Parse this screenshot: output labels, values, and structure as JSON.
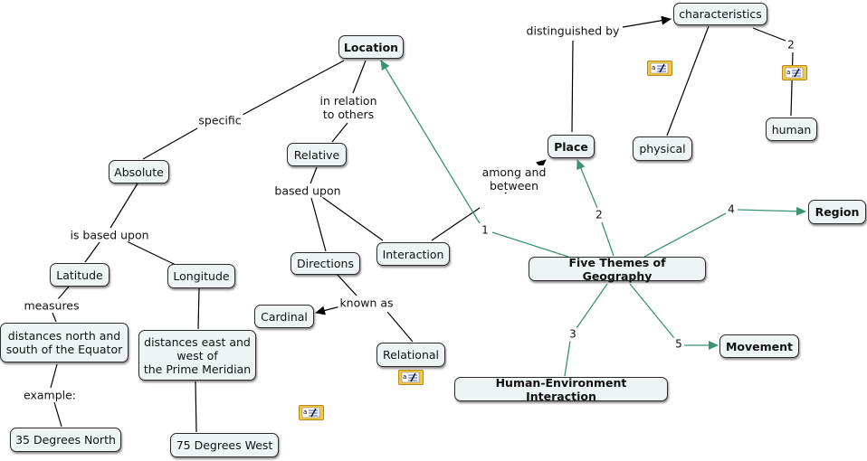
{
  "nodes": {
    "location": "Location",
    "characteristics": "characteristics",
    "place": "Place",
    "physical": "physical",
    "human": "human",
    "absolute": "Absolute",
    "relative": "Relative",
    "region": "Region",
    "interaction": "Interaction",
    "five_themes": "Five Themes of Geography",
    "latitude": "Latitude",
    "longitude": "Longitude",
    "directions": "Directions",
    "cardinal": "Cardinal",
    "dist_north_south": "distances north and\nsouth of the Equator",
    "dist_east_west": "distances east and\nwest of\nthe Prime Meridian",
    "relational": "Relational",
    "movement": "Movement",
    "human_env": "Human-Environment Interaction",
    "deg_north": "35 Degrees North",
    "deg_west": "75 Degrees West"
  },
  "link_labels": {
    "distinguished_by": "distinguished by",
    "two_characteristics": "2",
    "in_relation": "in relation\nto others",
    "specific": "specific",
    "based_upon": "based upon",
    "among_between": "among and\nbetween",
    "theme_1": "1",
    "theme_2": "2",
    "theme_3": "3",
    "theme_4": "4",
    "theme_5": "5",
    "is_based_upon": "is based upon",
    "measures": "measures",
    "known_as": "known as",
    "example": "example:"
  },
  "colors": {
    "node_fill": "#eef4f4",
    "node_border": "#2b2b2b",
    "black_link": "#000000",
    "green_link": "#3a9470",
    "note_fill": "#f5c842"
  },
  "icons": [
    "note-icon",
    "note-icon",
    "note-icon",
    "note-icon"
  ]
}
